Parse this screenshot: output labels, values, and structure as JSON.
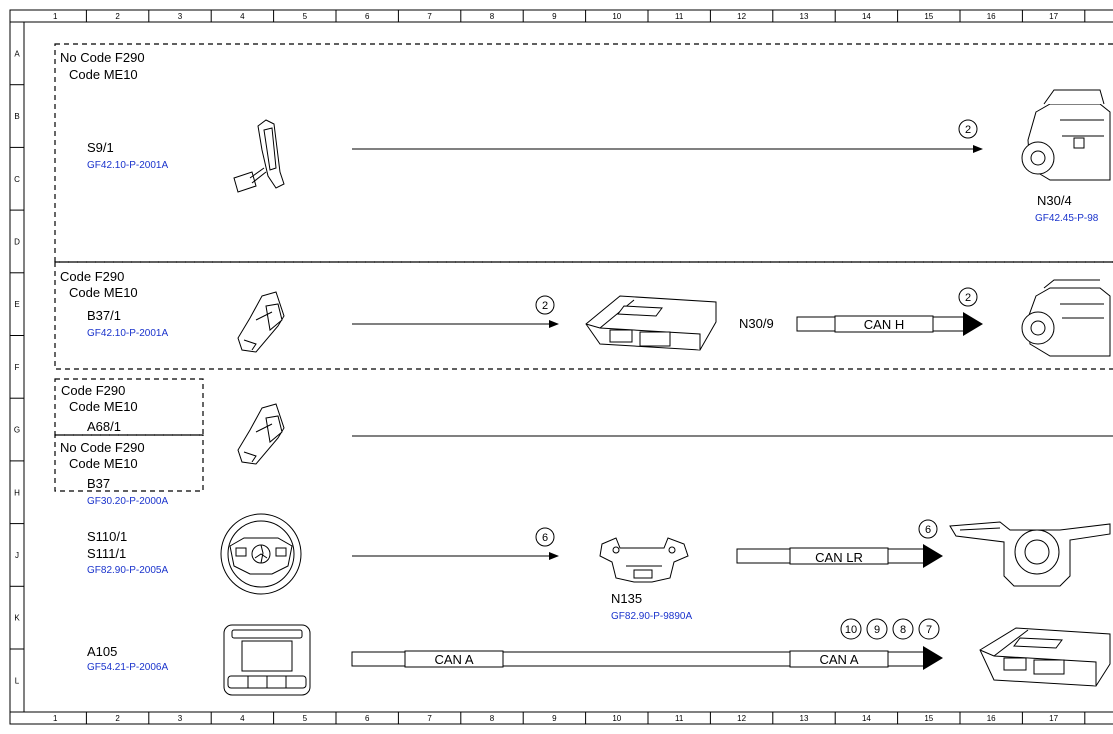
{
  "grid": {
    "columns": [
      "1",
      "2",
      "3",
      "4",
      "5",
      "6",
      "7",
      "8",
      "9",
      "10",
      "11",
      "12",
      "13",
      "14",
      "15",
      "16",
      "17"
    ],
    "rows": [
      "A",
      "B",
      "C",
      "D",
      "E",
      "F",
      "G",
      "H",
      "J",
      "K",
      "L"
    ]
  },
  "sections": {
    "s1": {
      "line1": "No Code F290",
      "line2": "Code ME10"
    },
    "s2": {
      "line1": "Code F290",
      "line2": "Code ME10"
    },
    "s3a": {
      "line1": "Code F290",
      "line2": "Code ME10",
      "component": "A68/1"
    },
    "s3b": {
      "line1": "No Code F290",
      "line2": "Code ME10",
      "component": "B37",
      "ref": "GF30.20-P-2000A"
    }
  },
  "components": {
    "s9_1": {
      "label": "S9/1",
      "ref": "GF42.10-P-2001A"
    },
    "n30_4": {
      "label": "N30/4",
      "ref": "GF42.45-P-98"
    },
    "b37_1": {
      "label": "B37/1",
      "ref": "GF42.10-P-2001A"
    },
    "n30_9": {
      "label": "N30/9"
    },
    "s110": {
      "label1": "S110/1",
      "label2": "S111/1",
      "ref": "GF82.90-P-2005A"
    },
    "n135": {
      "label": "N135",
      "ref": "GF82.90-P-9890A"
    },
    "a105": {
      "label": "A105",
      "ref": "GF54.21-P-2006A"
    }
  },
  "buses": {
    "can_h": "CAN H",
    "can_lr": "CAN LR",
    "can_a_left": "CAN A",
    "can_a_right": "CAN A"
  },
  "signals": {
    "row1": "2",
    "row2_left": "2",
    "row2_right": "2",
    "row4_left": "6",
    "row4_right": "6",
    "row5": [
      "10",
      "9",
      "8",
      "7"
    ]
  }
}
